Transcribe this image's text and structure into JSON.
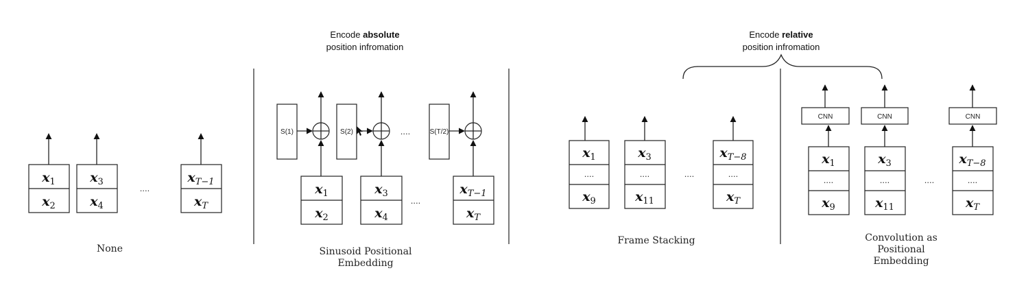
{
  "captions": {
    "none": "None",
    "sinusoid_line1": "Sinusoid Positional",
    "sinusoid_line2": "Embedding",
    "frame_stacking": "Frame Stacking",
    "conv_line1": "Convolution as",
    "conv_line2": "Positional",
    "conv_line3": "Embedding"
  },
  "headers": {
    "absolute": {
      "prefix": "Encode ",
      "bold": "absolute",
      "line2": "position infromation"
    },
    "relative": {
      "prefix": "Encode ",
      "bold": "relative",
      "line2": "position infromation"
    }
  },
  "none_section": {
    "boxes": [
      {
        "top": {
          "var": "x",
          "sub": "1"
        },
        "bottom": {
          "var": "x",
          "sub": "2"
        }
      },
      {
        "top": {
          "var": "x",
          "sub": "3"
        },
        "bottom": {
          "var": "x",
          "sub": "4"
        }
      },
      {
        "top": {
          "var": "x",
          "sub": "T−1",
          "sub_italic": true
        },
        "bottom": {
          "var": "x",
          "sub": "T",
          "sub_italic": true
        }
      }
    ],
    "ellipsis": "...."
  },
  "sinusoid_section": {
    "boxes": [
      {
        "top": {
          "var": "x",
          "sub": "1"
        },
        "bottom": {
          "var": "x",
          "sub": "2"
        }
      },
      {
        "top": {
          "var": "x",
          "sub": "3"
        },
        "bottom": {
          "var": "x",
          "sub": "4"
        }
      },
      {
        "top": {
          "var": "x",
          "sub": "T−1",
          "sub_italic": true
        },
        "bottom": {
          "var": "x",
          "sub": "T",
          "sub_italic": true
        }
      }
    ],
    "sin_labels": [
      "S(1)",
      "S(2)",
      "S(T/2)"
    ],
    "ellipsis_top": "....",
    "ellipsis_bottom": "...."
  },
  "frame_stacking_section": {
    "boxes": [
      {
        "top": {
          "var": "x",
          "sub": "1"
        },
        "mid": "....",
        "bottom": {
          "var": "x",
          "sub": "9"
        }
      },
      {
        "top": {
          "var": "x",
          "sub": "3"
        },
        "mid": "....",
        "bottom": {
          "var": "x",
          "sub": "11"
        }
      },
      {
        "top": {
          "var": "x",
          "sub": "T−8",
          "sub_italic": true
        },
        "mid": "....",
        "bottom": {
          "var": "x",
          "sub": "T",
          "sub_italic": true
        }
      }
    ],
    "ellipsis": "...."
  },
  "conv_section": {
    "boxes": [
      {
        "top": {
          "var": "x",
          "sub": "1"
        },
        "mid": "....",
        "bottom": {
          "var": "x",
          "sub": "9"
        }
      },
      {
        "top": {
          "var": "x",
          "sub": "3"
        },
        "mid": "....",
        "bottom": {
          "var": "x",
          "sub": "11"
        }
      },
      {
        "top": {
          "var": "x",
          "sub": "T−8",
          "sub_italic": true
        },
        "mid": "....",
        "bottom": {
          "var": "x",
          "sub": "T",
          "sub_italic": true
        }
      }
    ],
    "cnn_label": "CNN",
    "ellipsis": "...."
  }
}
